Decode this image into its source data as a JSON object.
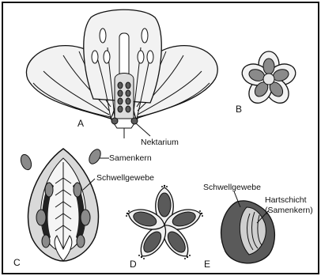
{
  "labels": {
    "A": "A",
    "B": "B",
    "C": "C",
    "D": "D",
    "E": "E",
    "nektarium": "Nektarium",
    "samenkern": "Samenkern",
    "schwellgewebe_c": "Schwellgewebe",
    "schwellgewebe_e": "Schwellgewebe",
    "hartschicht": "Hartschicht",
    "hartschicht_paren": "(Samenkern)"
  },
  "colors": {
    "ink": "#111111",
    "light_gray": "#d9d9d9",
    "mid_gray": "#8a8a8a",
    "dark_gray": "#5a5a5a",
    "background": "#ffffff"
  }
}
